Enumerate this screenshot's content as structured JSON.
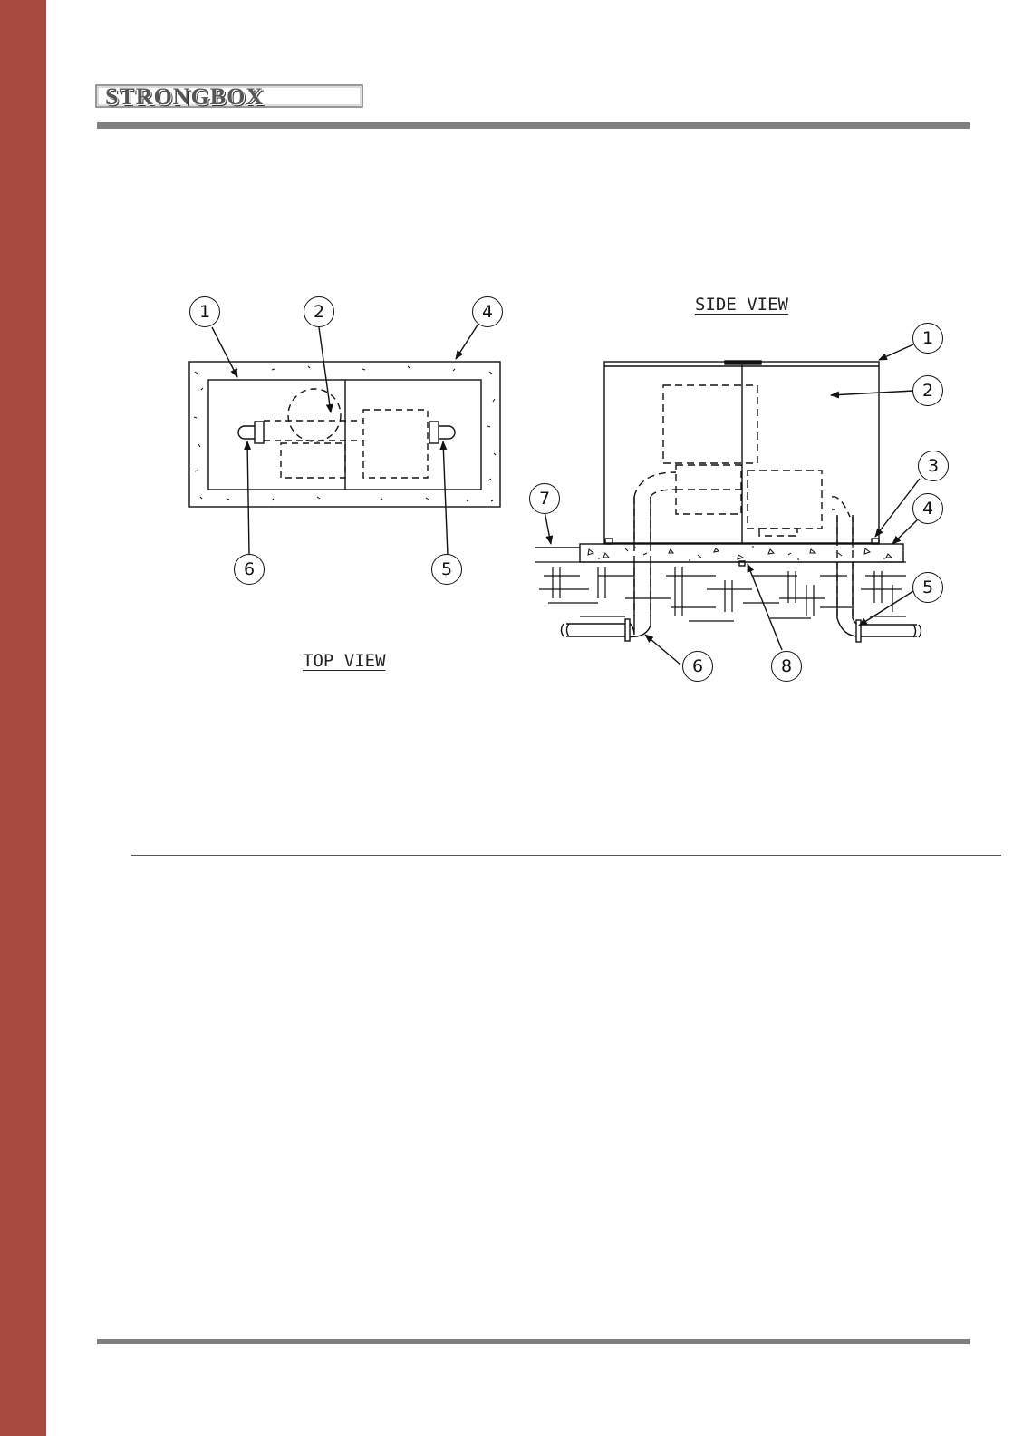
{
  "brand": {
    "logo_text": "STRONGBOX",
    "sidebar_color": "#a84a3f",
    "rule_color": "#808080"
  },
  "top_view": {
    "title": "TOP VIEW",
    "callouts": [
      "1",
      "2",
      "4",
      "6",
      "5"
    ]
  },
  "side_view": {
    "title": "SIDE VIEW",
    "callouts": [
      "1",
      "2",
      "3",
      "4",
      "7",
      "5",
      "6",
      "8"
    ]
  }
}
